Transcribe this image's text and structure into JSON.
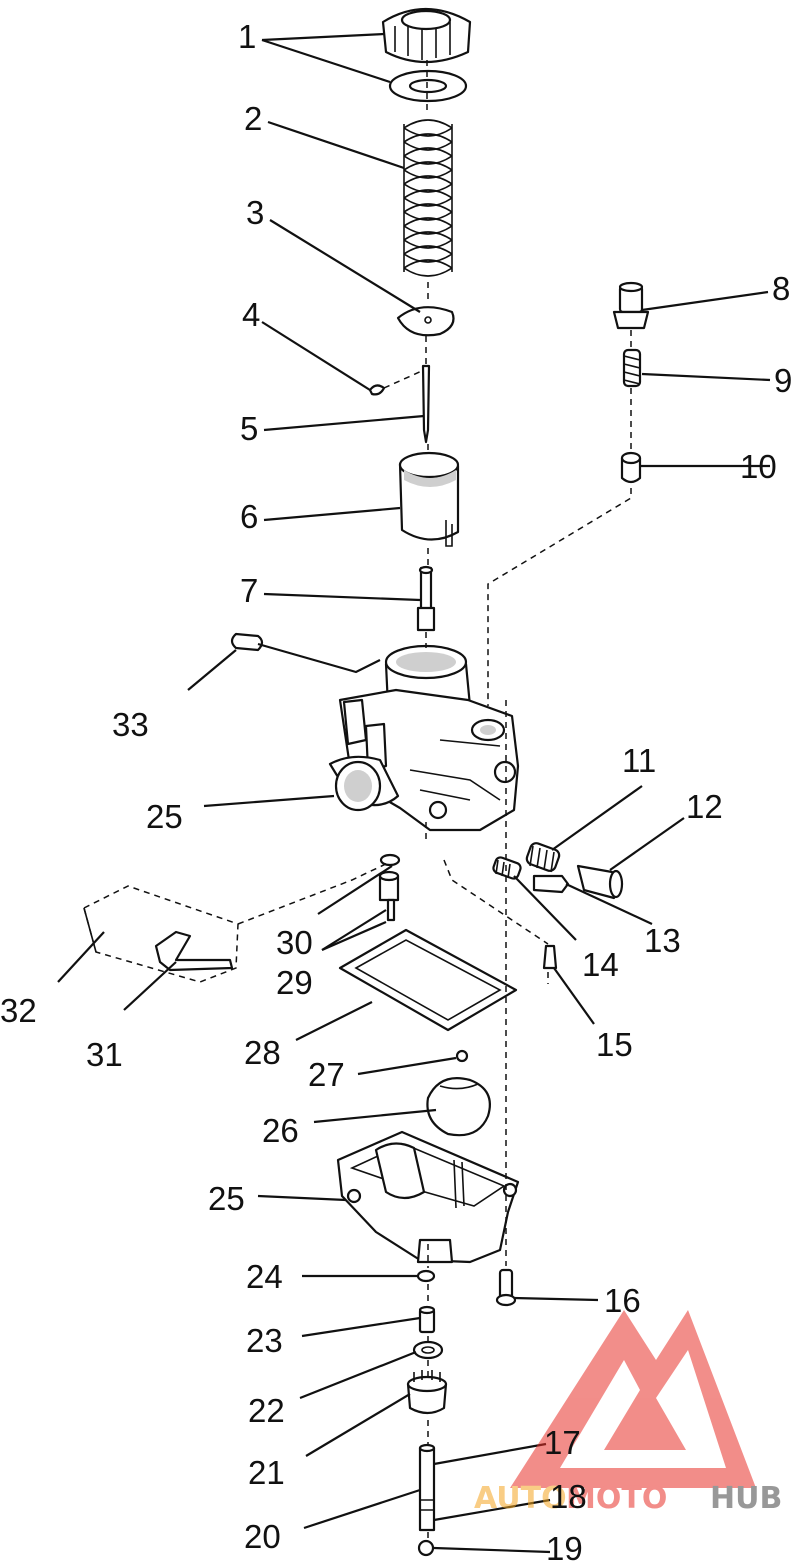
{
  "callouts": [
    {
      "id": "1",
      "label": "1"
    },
    {
      "id": "2",
      "label": "2"
    },
    {
      "id": "3",
      "label": "3"
    },
    {
      "id": "4",
      "label": "4"
    },
    {
      "id": "5",
      "label": "5"
    },
    {
      "id": "6",
      "label": "6"
    },
    {
      "id": "7",
      "label": "7"
    },
    {
      "id": "8",
      "label": "8"
    },
    {
      "id": "9",
      "label": "9"
    },
    {
      "id": "10",
      "label": "10"
    },
    {
      "id": "11",
      "label": "11"
    },
    {
      "id": "12",
      "label": "12"
    },
    {
      "id": "13",
      "label": "13"
    },
    {
      "id": "14",
      "label": "14"
    },
    {
      "id": "15",
      "label": "15"
    },
    {
      "id": "16",
      "label": "16"
    },
    {
      "id": "17",
      "label": "17"
    },
    {
      "id": "18",
      "label": "18"
    },
    {
      "id": "19",
      "label": "19"
    },
    {
      "id": "20",
      "label": "20"
    },
    {
      "id": "21",
      "label": "21"
    },
    {
      "id": "22",
      "label": "22"
    },
    {
      "id": "23",
      "label": "23"
    },
    {
      "id": "24",
      "label": "24"
    },
    {
      "id": "25a",
      "label": "25"
    },
    {
      "id": "25b",
      "label": "25"
    },
    {
      "id": "26",
      "label": "26"
    },
    {
      "id": "27",
      "label": "27"
    },
    {
      "id": "28",
      "label": "28"
    },
    {
      "id": "29",
      "label": "29"
    },
    {
      "id": "30",
      "label": "30"
    },
    {
      "id": "31",
      "label": "31"
    },
    {
      "id": "32",
      "label": "32"
    },
    {
      "id": "33",
      "label": "33"
    }
  ],
  "watermark": {
    "part1": "AUTO",
    "part2": "MOTO",
    "part3": "HUB",
    "color_primary": "#e8312a",
    "color_secondary": "#f5a623",
    "color_dark": "#444444"
  }
}
